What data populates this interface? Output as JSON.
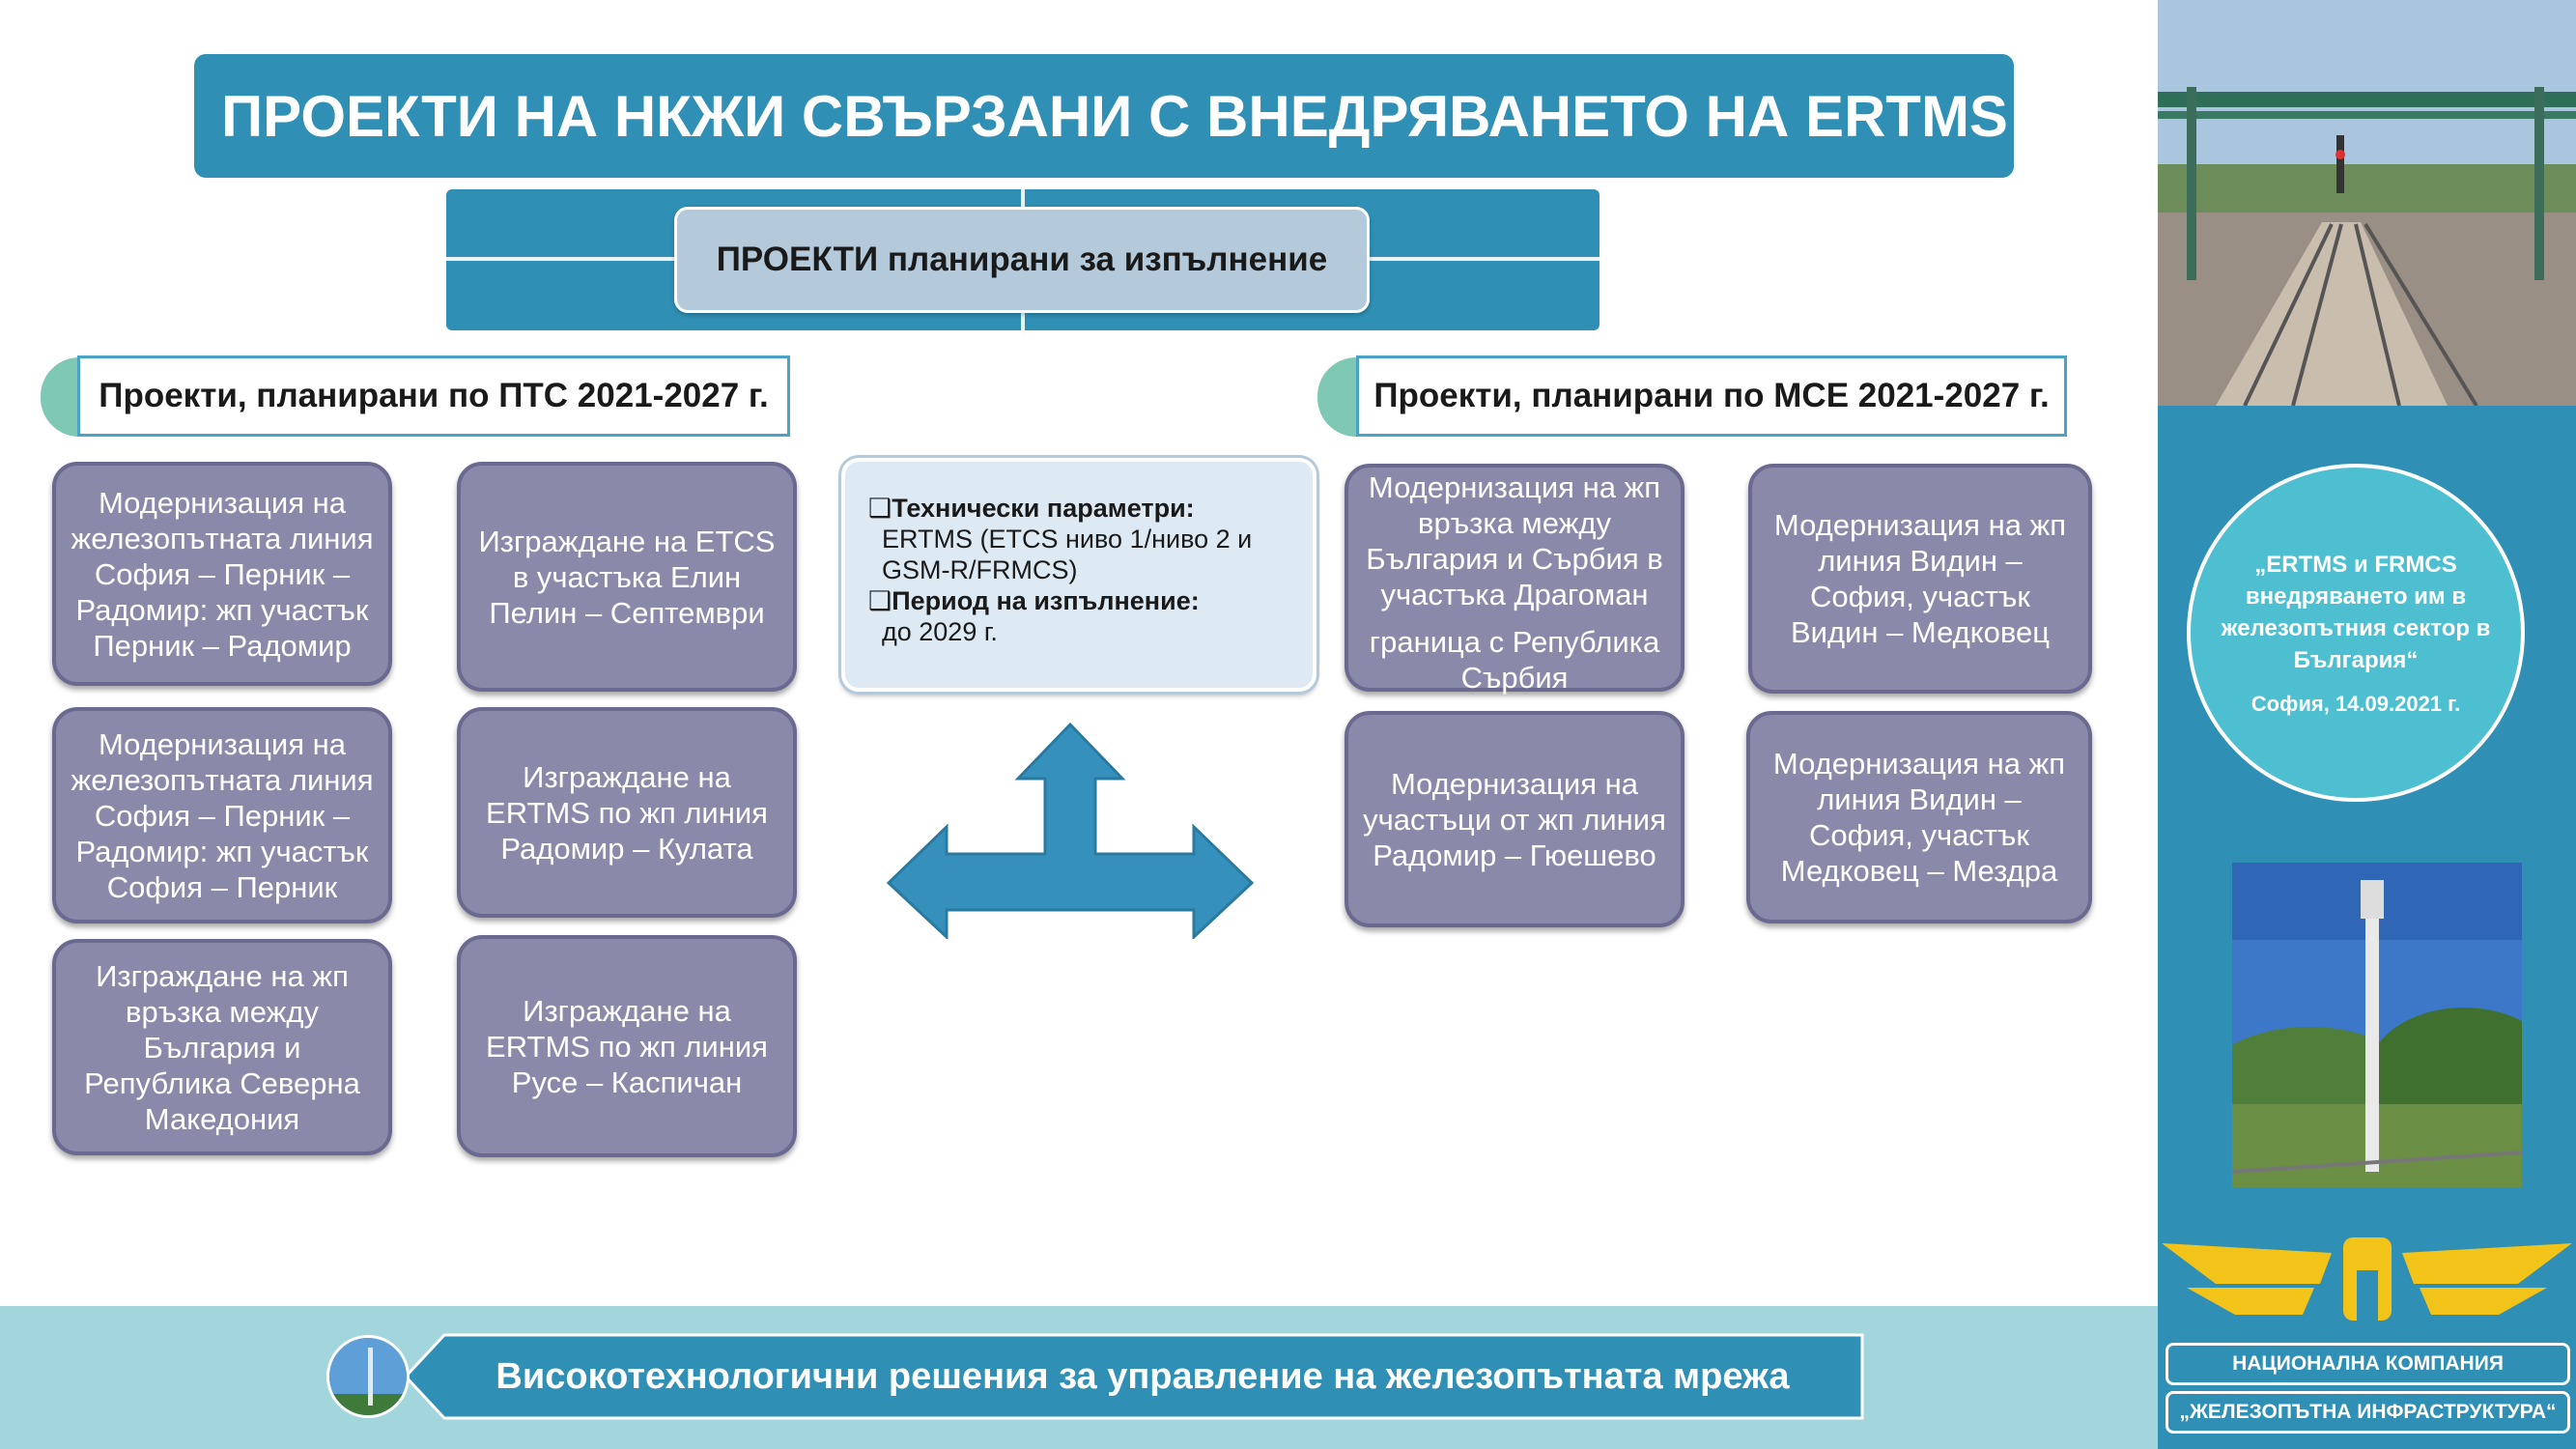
{
  "title": "ПРОЕКТИ НА НКЖИ СВЪРЗАНИ С ВНЕДРЯВАНЕТО НА ERTMS",
  "planned_label": "ПРОЕКТИ планирани за изпълнение",
  "left_section": {
    "header": "Проекти, планирани по ПТС 2021-2027 г.",
    "projects": [
      "Модернизация на железопътната линия София – Перник – Радомир: жп участък Перник – Радомир",
      "Изграждане на ETCS в участъка Елин Пелин – Септември",
      "Модернизация на железопътната линия София – Перник – Радомир: жп участък София – Перник",
      "Изграждане на ERTMS по жп линия Радомир – Кулата",
      "Изграждане на жп връзка между България и Република Северна Македония",
      "Изграждане на ERTMS по жп линия Русе – Каспичан"
    ]
  },
  "right_section": {
    "header": "Проекти, планирани по МСЕ 2021-2027 г.",
    "projects": [
      {
        "line1": "Модернизация на жп връзка между България и Сърбия в участъка Драгоман",
        "line2": "граница с Република Сърбия"
      },
      {
        "line1": "Модернизация на жп линия Видин – София, участък Видин – Медковец"
      },
      {
        "line1": "Модернизация на участъци от жп линия Радомир – Гюешево"
      },
      {
        "line1": "Модернизация на жп линия Видин – София, участък Медковец – Мездра"
      }
    ]
  },
  "tech": {
    "params_label": "❑Технически параметри:",
    "params_value": "ERTMS (ETCS ниво 1/ниво 2 и GSM-R/FRMCS)",
    "period_label": "❑Период на изпълнение:",
    "period_value": "до 2029 г."
  },
  "bottom_text": "Високотехнологични решения за управление на железопътната мрежа",
  "event": {
    "title": "„ERTMS и FRMCS внедряването им в железопътния сектор в България“",
    "date": "София, 14.09.2021 г."
  },
  "org": {
    "line1": "НАЦИОНАЛНА КОМПАНИЯ",
    "line2": "„ЖЕЛЕЗОПЪТНА ИНФРАСТРУКТУРА“"
  },
  "colors": {
    "banner": "#2f8fb5",
    "project_box": "#8b89aa",
    "accent_tab": "#7fc8b3",
    "bottom_bar": "#a3d5dc",
    "emblem": "#f2c318"
  }
}
